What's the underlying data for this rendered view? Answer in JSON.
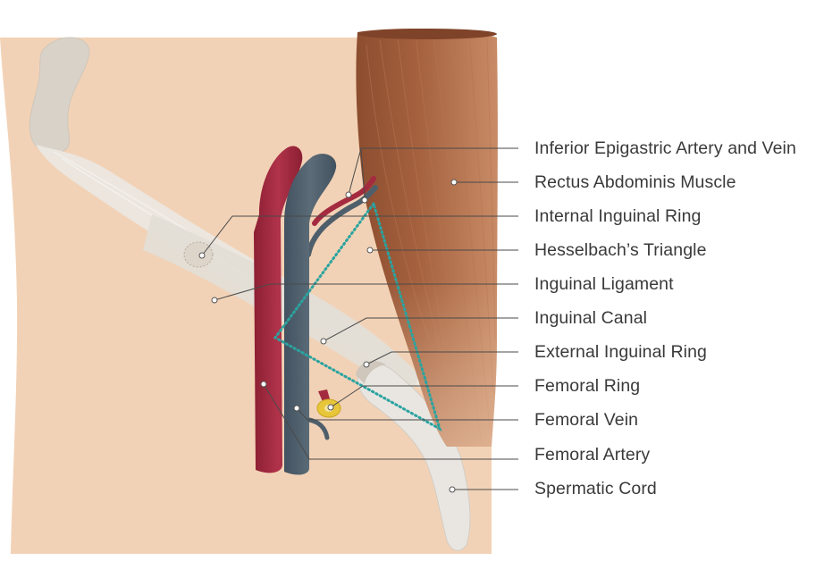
{
  "diagram": {
    "labels": [
      {
        "id": "inferior-epigastric",
        "text": "Inferior Epigastric Artery and Vein"
      },
      {
        "id": "rectus-abdominis",
        "text": "Rectus Abdominis Muscle"
      },
      {
        "id": "internal-inguinal-ring",
        "text": "Internal Inguinal Ring"
      },
      {
        "id": "hesselbachs-triangle",
        "text": "Hesselbach’s Triangle"
      },
      {
        "id": "inguinal-ligament",
        "text": "Inguinal Ligament"
      },
      {
        "id": "inguinal-canal",
        "text": "Inguinal Canal"
      },
      {
        "id": "external-inguinal-ring",
        "text": "External Inguinal Ring"
      },
      {
        "id": "femoral-ring",
        "text": "Femoral Ring"
      },
      {
        "id": "femoral-vein",
        "text": "Femoral Vein"
      },
      {
        "id": "femoral-artery",
        "text": "Femoral Artery"
      },
      {
        "id": "spermatic-cord",
        "text": "Spermatic Cord"
      }
    ],
    "colors": {
      "skin": "#f2d2b6",
      "bone": "#d9d2c8",
      "ligament": "#ece8e2",
      "muscle": "#9a5a3a",
      "artery": "#a42a40",
      "vein": "#4e5f6b",
      "triangle_outline": "#2aa3a0",
      "femoral_ring": "#e8c63a"
    }
  }
}
